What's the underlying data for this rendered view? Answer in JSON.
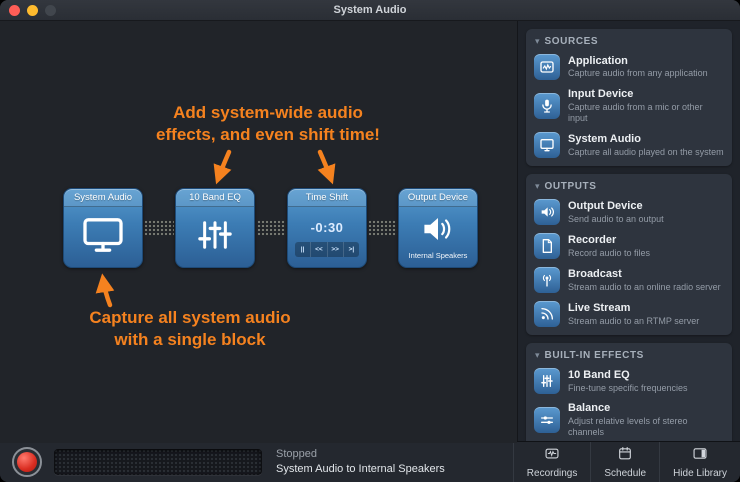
{
  "window": {
    "title": "System Audio"
  },
  "canvas": {
    "annotation_top": {
      "line1": "Add system-wide audio",
      "line2": "effects, and even shift time!"
    },
    "annotation_bottom": {
      "line1": "Capture all system audio",
      "line2": "with a single block"
    },
    "blocks": [
      {
        "title": "System Audio",
        "icon": "monitor-icon"
      },
      {
        "title": "10 Band EQ",
        "icon": "eq-sliders-icon"
      },
      {
        "title": "Time Shift",
        "value": "-0:30",
        "transport": [
          "||",
          "<<",
          ">>",
          ">|"
        ]
      },
      {
        "title": "Output Device",
        "subtitle": "Internal Speakers",
        "icon": "speaker-icon"
      }
    ]
  },
  "sidebar": {
    "chevron": "▾",
    "sections": [
      {
        "title": "SOURCES",
        "items": [
          {
            "label": "Application",
            "desc": "Capture audio from any application",
            "icon": "application-icon"
          },
          {
            "label": "Input Device",
            "desc": "Capture audio from a mic or other input",
            "icon": "microphone-icon"
          },
          {
            "label": "System Audio",
            "desc": "Capture all audio played on the system",
            "icon": "monitor-icon"
          }
        ]
      },
      {
        "title": "OUTPUTS",
        "items": [
          {
            "label": "Output Device",
            "desc": "Send audio to an output",
            "icon": "speaker-icon"
          },
          {
            "label": "Recorder",
            "desc": "Record audio to files",
            "icon": "file-icon"
          },
          {
            "label": "Broadcast",
            "desc": "Stream audio to an online radio server",
            "icon": "broadcast-icon"
          },
          {
            "label": "Live Stream",
            "desc": "Stream audio to an RTMP server",
            "icon": "stream-icon"
          }
        ]
      },
      {
        "title": "BUILT-IN EFFECTS",
        "items": [
          {
            "label": "10 Band EQ",
            "desc": "Fine-tune specific frequencies",
            "icon": "eq-sliders-icon"
          },
          {
            "label": "Balance",
            "desc": "Adjust relative levels of stereo channels",
            "icon": "balance-icon"
          }
        ]
      }
    ]
  },
  "footer": {
    "status_line1": "Stopped",
    "status_line2": "System Audio to Internal Speakers",
    "buttons": [
      {
        "label": "Recordings",
        "icon": "recordings-icon"
      },
      {
        "label": "Schedule",
        "icon": "calendar-icon"
      },
      {
        "label": "Hide Library",
        "icon": "sidebar-panel-icon"
      }
    ]
  },
  "colors": {
    "accent_orange": "#f5821f",
    "block_blue": "#3c7cb4",
    "record_red": "#d92c20"
  }
}
